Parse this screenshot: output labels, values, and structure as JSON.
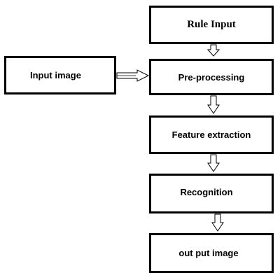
{
  "nodes": {
    "rule_input": "Rule Input",
    "input_image": "Input image",
    "pre_processing": "Pre-processing",
    "feature_extraction": "Feature extraction",
    "recognition": "Recognition",
    "output_image": "out put image"
  },
  "edges": [
    {
      "from": "Rule Input",
      "to": "Pre-processing"
    },
    {
      "from": "Input image",
      "to": "Pre-processing"
    },
    {
      "from": "Pre-processing",
      "to": "Feature extraction"
    },
    {
      "from": "Feature extraction",
      "to": "Recognition"
    },
    {
      "from": "Recognition",
      "to": "out put image"
    }
  ]
}
